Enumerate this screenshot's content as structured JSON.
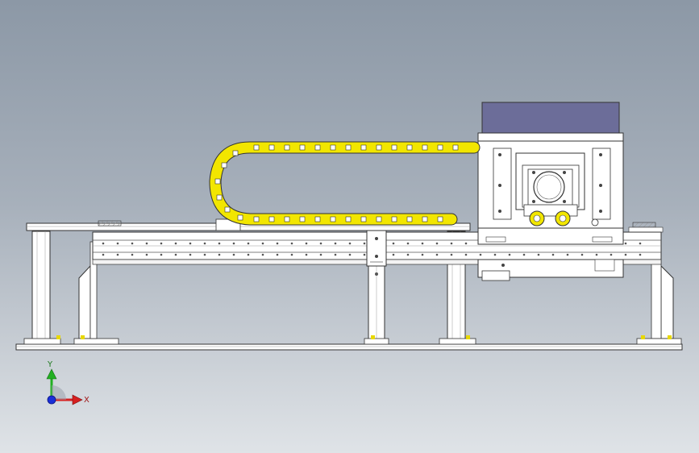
{
  "viewport": {
    "background_top": "#8c98a6",
    "background_bottom": "#dfe3e7"
  },
  "model": {
    "cable_chain_color": "#f2e600",
    "motor_housing_color": "#6c6d99",
    "frame_color": "#ffffff",
    "line_color": "#3a3a3a",
    "icons": [
      "linear-module-assembly",
      "cable-chain",
      "servo-motor",
      "rail-guide",
      "support-leg"
    ]
  },
  "triad": {
    "x_label": "X",
    "y_label": "Y",
    "x_color": "#d62020",
    "y_color": "#22b022",
    "z_color": "#1a2fd8"
  }
}
